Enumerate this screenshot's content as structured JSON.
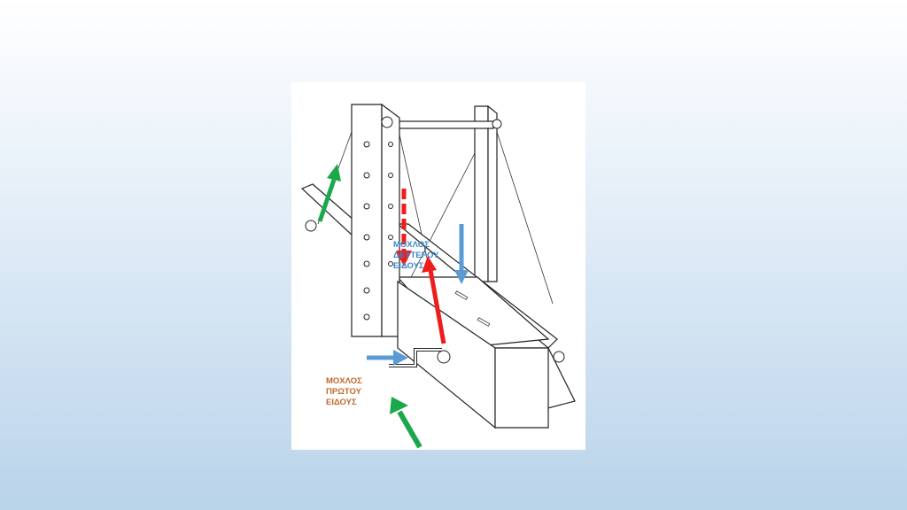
{
  "labels": {
    "first_class_lever": [
      "ΜΟΧΛΟΣ",
      "ΠΡΩΤΟΥ",
      "ΕΙΔΟΥΣ"
    ],
    "second_class_lever": [
      "ΜΟΧΛΟΣ",
      "ΔΕΥΤΕΡΟΥ",
      "ΕΙΔΟΥΣ"
    ]
  },
  "colors": {
    "first_class": "#c0692a",
    "second_class": "#3a86c8",
    "red_arrow": "#ee1c1c",
    "green_arrow": "#1aa84a",
    "blue_arrow": "#5b9bd5"
  }
}
